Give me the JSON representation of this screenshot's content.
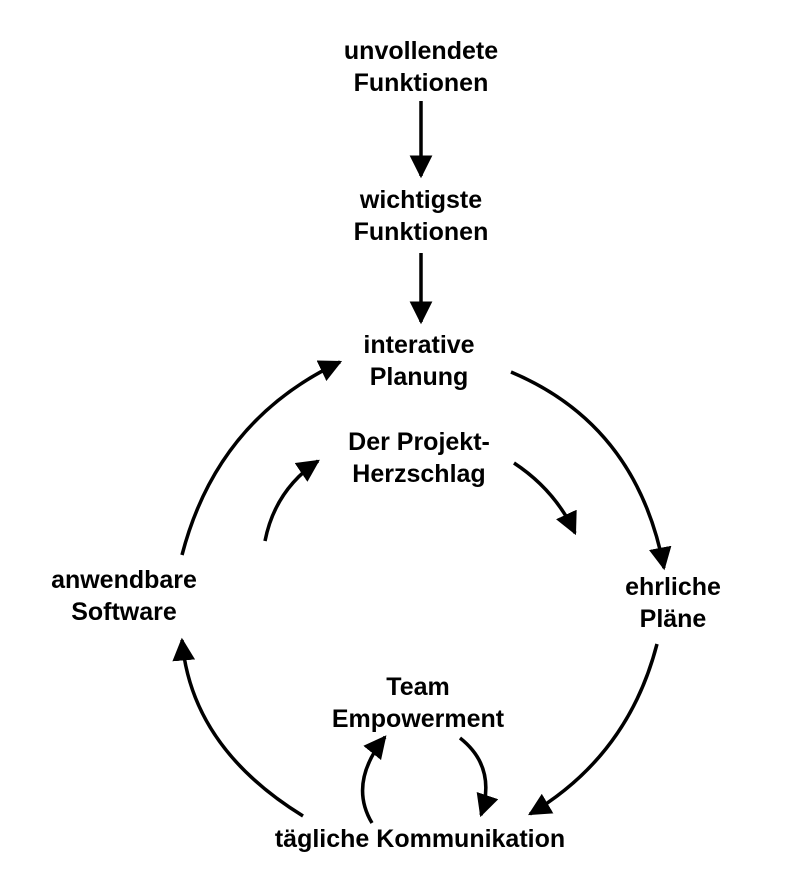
{
  "diagram": {
    "nodes": {
      "unfinished": {
        "line1": "unvollendete",
        "line2": "Funktionen"
      },
      "important": {
        "line1": "wichtigste",
        "line2": "Funktionen"
      },
      "planning": {
        "line1": "interative",
        "line2": "Planung"
      },
      "heartbeat": {
        "line1": "Der Projekt-",
        "line2": "Herzschlag"
      },
      "software": {
        "line1": "anwendbare",
        "line2": "Software"
      },
      "plans": {
        "line1": "ehrliche",
        "line2": "Pläne"
      },
      "team": {
        "line1": "Team",
        "line2": "Empowerment"
      },
      "communication": {
        "line1": "tägliche Kommunikation"
      }
    },
    "colors": {
      "stroke": "#000000",
      "text": "#000000",
      "background": "#ffffff"
    }
  }
}
